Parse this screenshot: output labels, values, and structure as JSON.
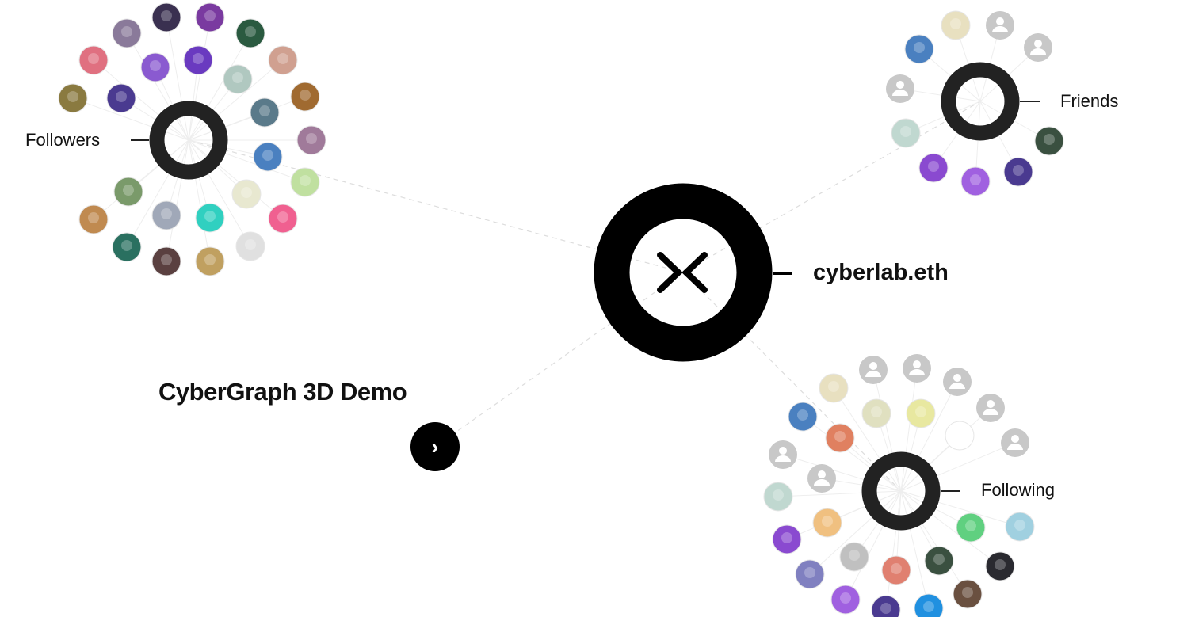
{
  "main_node": {
    "label": "cyberlab.eth",
    "icon": "cyberconnect-logo-icon"
  },
  "demo": {
    "title": "CyberGraph 3D Demo",
    "button_icon": "chevron-right-icon",
    "button_glyph": "›"
  },
  "hubs": {
    "followers": {
      "label": "Followers",
      "count": 26
    },
    "friends": {
      "label": "Friends",
      "count": 10
    },
    "following": {
      "label": "Following",
      "count": 27
    }
  },
  "colors": {
    "node": "#000000",
    "hub": "#222222",
    "edge": "#dddddd",
    "default_avatar": "#c8c8c8",
    "followers_avatars": [
      "#8a7a9a",
      "#3a3050",
      "#7a3aa0",
      "#2a5a40",
      "#e07080",
      "#8a5ad0",
      "#6a3ac0",
      "#d0a090",
      "#b0c8c0",
      "#8a7a40",
      "#4a3a90",
      "#a06a30",
      "#5a7a8a",
      "#a07a9a",
      "#4a80c0",
      "#c0e0a0",
      "#7a9a6a",
      "#e8e8d0",
      "#c08a50",
      "#a0a8b8",
      "#30d0c0",
      "#f06090",
      "#2a7060",
      "#e0e0e0",
      "#5a4040",
      "#c0a060"
    ],
    "friends_avatars": [
      "#4a80c0",
      "#e8e0c0",
      "default",
      "default",
      "default",
      "#c0d8d0",
      "#3a5040",
      "#8a4ad0",
      "#a060e0",
      "#4a3a90"
    ],
    "following_avatars": [
      "#e8e0c0",
      "default",
      "default",
      "default",
      "#4a80c0",
      "#e0e0c0",
      "#e8e8a0",
      "default",
      "#e08060",
      "#ffffff",
      "default",
      "default",
      "default",
      "#c0d8d0",
      "#f0c080",
      "#60d080",
      "#a0d0e0",
      "#8a4ad0",
      "#c0c0c0",
      "#3a5040",
      "#e08070",
      "#2a2a30",
      "#8080c0",
      "#a060e0",
      "#4a3a90",
      "#2090e0",
      "#6a5040"
    ]
  }
}
